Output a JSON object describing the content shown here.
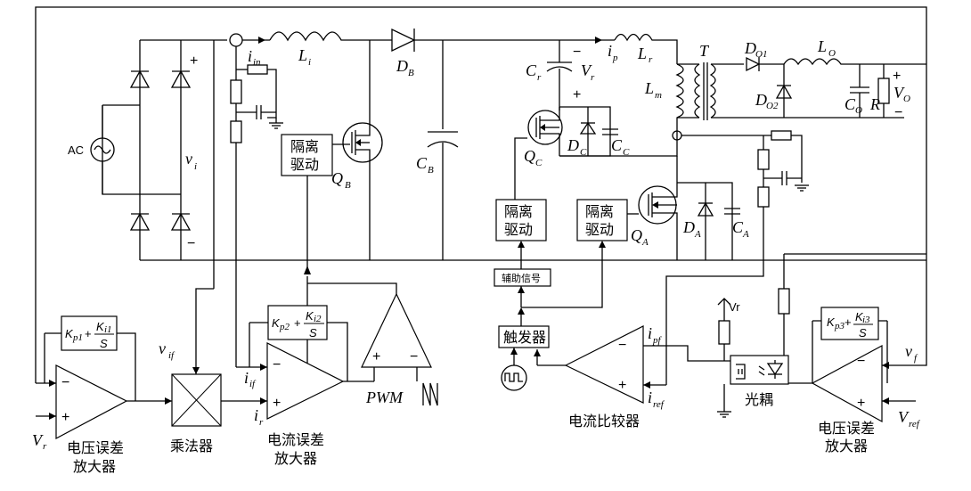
{
  "labels": {
    "ac": "AC",
    "vi": "v",
    "vi_sub": "i",
    "iin": "i",
    "iin_sub": "in",
    "Li": "L",
    "Li_sub": "i",
    "DB": "D",
    "DB_sub": "B",
    "QB": "Q",
    "QB_sub": "B",
    "CB": "C",
    "CB_sub": "B",
    "Cr": "C",
    "Cr_sub": "r",
    "Vr_cap": "V",
    "Vr_cap_sub": "r",
    "ip": "i",
    "ip_sub": "p",
    "Lr": "L",
    "Lr_sub": "r",
    "T": "T",
    "Lm": "L",
    "Lm_sub": "m",
    "DO1": "D",
    "DO1_sub": "O1",
    "DO2": "D",
    "DO2_sub": "O2",
    "LO": "L",
    "LO_sub": "O",
    "CO": "C",
    "CO_sub": "O",
    "R": "R",
    "VO": "V",
    "VO_sub": "O",
    "QC": "Q",
    "QC_sub": "C",
    "DC": "D",
    "DC_sub": "C",
    "CC": "C",
    "CC_sub": "C",
    "QA": "Q",
    "QA_sub": "A",
    "DA": "D",
    "DA_sub": "A",
    "CA": "C",
    "CA_sub": "A",
    "Vr_in": "V",
    "Vr_in_sub": "r",
    "vif": "v",
    "vif_sub": "if",
    "iif": "i",
    "iif_sub": "if",
    "ir": "i",
    "ir_sub": "r",
    "ipf": "i",
    "ipf_sub": "pf",
    "iref": "i",
    "iref_sub": "ref",
    "vf": "v",
    "vf_sub": "f",
    "Vref": "V",
    "Vref_sub": "ref",
    "vr_supply": "Vr",
    "pwm": "PWM",
    "plus": "+",
    "minus": "−"
  },
  "blocks": {
    "iso_drive_line1": "隔离",
    "iso_drive_line2": "驱动",
    "aux_signal": "辅助信号",
    "trigger": "触发器",
    "multiplier": "乘法器",
    "optocoupler": "光耦",
    "voltage_amp_line1": "电压误差",
    "voltage_amp_line2": "放大器",
    "current_amp_line1": "电流误差",
    "current_amp_line2": "放大器",
    "current_comparator": "电流比较器"
  },
  "pi_blocks": {
    "pi1_kp": "K",
    "pi1_kp_sub": "p1",
    "pi1_ki": "K",
    "pi1_ki_sub": "i1",
    "pi2_kp": "K",
    "pi2_kp_sub": "p2",
    "pi2_ki": "K",
    "pi2_ki_sub": "i2",
    "pi3_kp": "K",
    "pi3_kp_sub": "p3",
    "pi3_ki": "K",
    "pi3_ki_sub": "i3",
    "s": "S",
    "plus_sign": "+"
  }
}
